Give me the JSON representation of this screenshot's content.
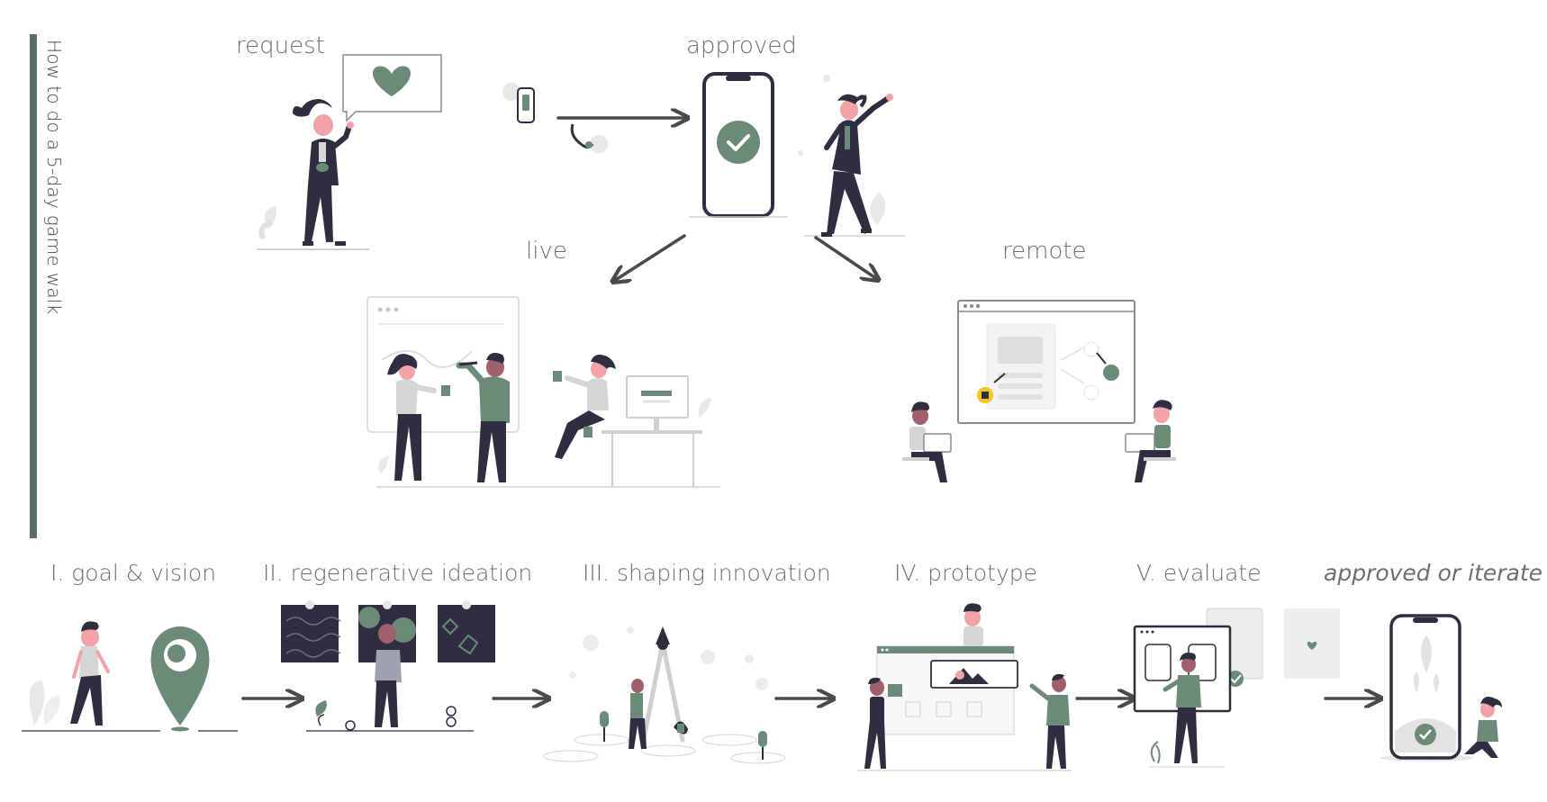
{
  "sidebar": {
    "title": "How to do a 5-day game walk"
  },
  "flow": {
    "request": "request",
    "approved": "approved",
    "live": "live",
    "remote": "remote"
  },
  "steps": [
    {
      "label": "I. goal & vision"
    },
    {
      "label": "II. regenerative ideation"
    },
    {
      "label": "III. shaping innovation"
    },
    {
      "label": "IV.  prototype"
    },
    {
      "label": "V. evaluate"
    },
    {
      "label": "approved or iterate"
    }
  ],
  "colors": {
    "accent": "#6b8a78",
    "dark": "#2f2e41",
    "skin": "#f2a3a8",
    "light_gray": "#e6e6e6",
    "bar": "#5a6e62"
  }
}
